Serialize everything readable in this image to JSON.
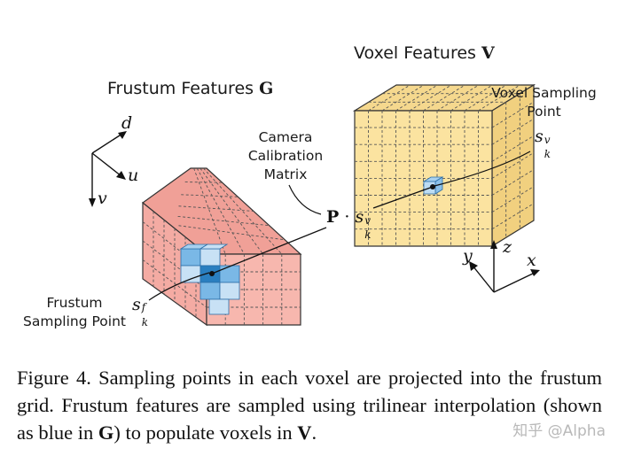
{
  "labels": {
    "voxel_title": "Voxel Features",
    "voxel_symbol": "V",
    "frustum_title": "Frustum Features",
    "frustum_symbol": "G",
    "voxel_sampling_line1": "Voxel Sampling",
    "voxel_sampling_line2": "Point",
    "camera_line1": "Camera",
    "camera_line2": "Calibration",
    "camera_line3": "Matrix",
    "frustum_sampling_line1": "Frustum",
    "frustum_sampling_line2": "Sampling Point",
    "s_voxel_base": "s",
    "s_voxel_sup": "v",
    "s_voxel_sub": "k",
    "projection_P": "P",
    "projection_dot": "·",
    "projection_s": "s",
    "projection_sup": "v",
    "projection_sub": "k",
    "s_frustum_base": "s",
    "s_frustum_sup": "f",
    "s_frustum_sub": "k"
  },
  "axes_frustum": {
    "d": "d",
    "u": "u",
    "v": "v"
  },
  "axes_voxel": {
    "z": "z",
    "y": "y",
    "x": "x"
  },
  "caption": {
    "part1": "Figure 4. Sampling points in each voxel are projected into the frustum grid. Frustum features are sampled using trilinear interpolation (shown as blue in ",
    "bold1": "G",
    "part2": ") to populate voxels in ",
    "bold2": "V",
    "part3": "."
  },
  "watermark": "知乎 @Alpha",
  "colors": {
    "frustum_fill": "#f4aba3",
    "frustum_side": "#f0a097",
    "voxel_fill": "#fbe3a0",
    "voxel_side": "#f5d88e",
    "blue_dark": "#2a7fc0",
    "blue_mid": "#7ab8e6",
    "blue_light": "#c8e1f5"
  }
}
